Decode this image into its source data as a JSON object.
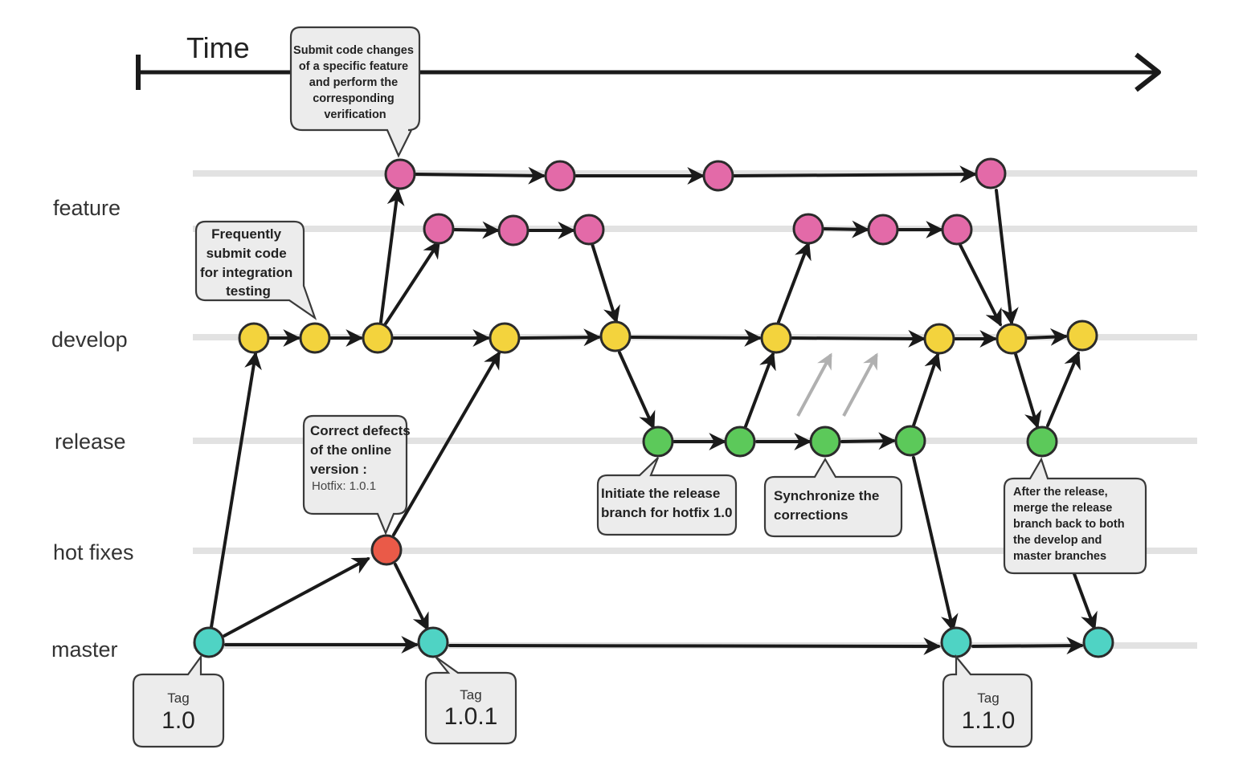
{
  "time": {
    "label": "Time"
  },
  "lanes": [
    {
      "id": "feature",
      "label": "feature"
    },
    {
      "id": "develop",
      "label": "develop"
    },
    {
      "id": "release",
      "label": "release"
    },
    {
      "id": "hotfixes",
      "label": "hot fixes"
    },
    {
      "id": "master",
      "label": "master"
    }
  ],
  "colors": {
    "feature": "#e36aa8",
    "develop": "#f3d33d",
    "release": "#5cc95a",
    "hotfix": "#ea5a48",
    "master": "#4fd3c4"
  },
  "callouts": {
    "feature_submit": {
      "lines": [
        "Submit code changes",
        "of a specific feature",
        "and perform the",
        "corresponding",
        "verification"
      ]
    },
    "frequent": {
      "lines": [
        "Frequently",
        "submit code",
        "for integration",
        "testing"
      ]
    },
    "hotfix_note": {
      "lines": [
        "Correct defects",
        "of the online",
        "version :"
      ],
      "sub": "Hotfix: 1.0.1"
    },
    "initiate_release": {
      "lines": [
        "Initiate the release",
        "branch for hotfix 1.0"
      ]
    },
    "sync": {
      "lines": [
        "Synchronize the",
        "corrections"
      ]
    },
    "after_release": {
      "lines": [
        "After the release,",
        "merge the release",
        "branch back to both",
        "the develop and",
        "master branches"
      ]
    }
  },
  "tags": [
    {
      "small": "Tag",
      "big": "1.0"
    },
    {
      "small": "Tag",
      "big": "1.0.1"
    },
    {
      "small": "Tag",
      "big": "1.1.0"
    }
  ]
}
